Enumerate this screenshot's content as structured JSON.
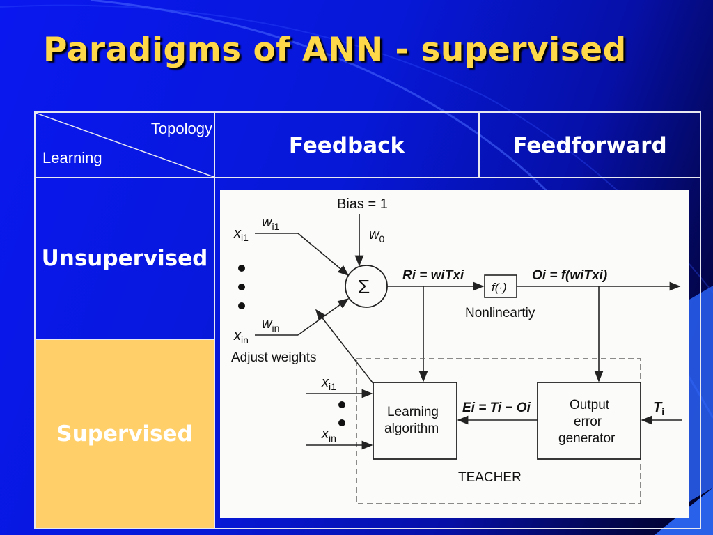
{
  "slide": {
    "title": "Paradigms of ANN - supervised"
  },
  "table": {
    "corner_topology": "Topology",
    "corner_learning": "Learning",
    "columns": [
      "Feedback",
      "Feedforward"
    ],
    "rows": [
      "Unsupervised",
      "Supervised"
    ]
  },
  "figure": {
    "bias": "Bias = 1",
    "w0": "w",
    "w0_sub": "0",
    "wi1": "w",
    "wi1_sub": "i1",
    "xi1": "x",
    "xi1_sub": "i1",
    "win": "w",
    "win_sub": "in",
    "xin": "x",
    "xin_sub": "in",
    "sigma": "Σ",
    "adjust_weights": "Adjust weights",
    "R_eq": "Ri = wiTxi",
    "f_box": "f(·)",
    "nonlinearity": "Nonlineartiy",
    "O_eq": "Oi = f(wiTxi)",
    "teacher_xi1": "x",
    "teacher_xi1_sub": "i1",
    "teacher_xin": "x",
    "teacher_xin_sub": "in",
    "learning_algorithm_line1": "Learning",
    "learning_algorithm_line2": "algorithm",
    "E_eq": "Ei = Ti − Oi",
    "output_error_line1": "Output",
    "output_error_line2": "error",
    "output_error_line3": "generator",
    "Ti": "T",
    "Ti_sub": "i",
    "teacher": "TEACHER"
  },
  "colors": {
    "title": "#ffd84a",
    "supervised_bg": "#ffcf6a",
    "background": "#0718d6"
  }
}
